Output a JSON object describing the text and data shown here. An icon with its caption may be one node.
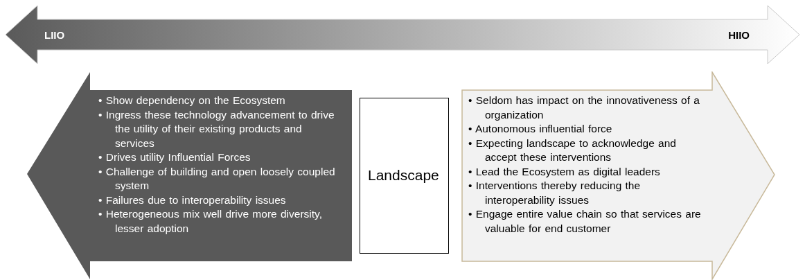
{
  "diagram": {
    "nodes": [
      {
        "text": [
          "LIIO",
          "HIIO"
        ]
      },
      {
        "text": [
          "• Show dependency on the Ecosystem",
          "• Ingress these technology advancement to drive the utility of their existing products and services",
          "• Drives utility Influential Forces",
          "• Challenge of building and open loosely coupled system",
          "• Failures due to interoperability issues",
          "• Heterogeneous mix well drive more diversity, lesser adoption"
        ]
      },
      {
        "text": [
          "Landscape"
        ]
      },
      {
        "text": [
          "• Seldom has impact on the innovativeness of a organization",
          "• Autonomous influential force",
          "• Expecting landscape to acknowledge and accept these interventions",
          "• Lead the Ecosystem as digital leaders",
          "• Interventions thereby reducing the interoperability issues",
          "• Engage entire value chain so that services are valuable for end customer"
        ]
      }
    ]
  }
}
